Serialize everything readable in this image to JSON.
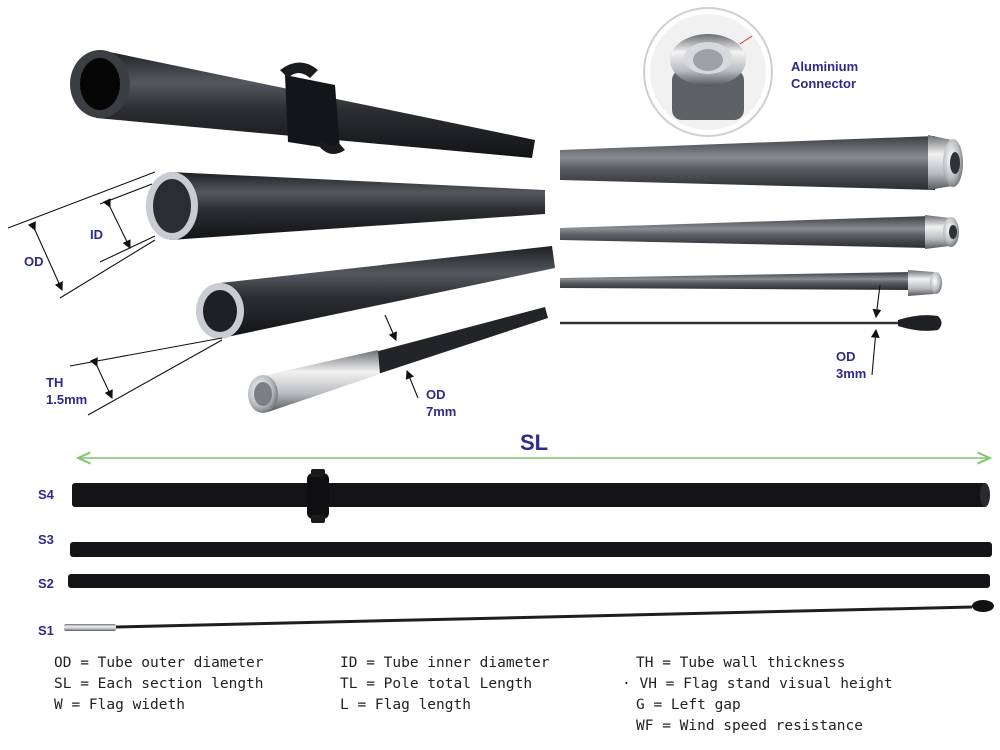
{
  "labels": {
    "connector": [
      "Aluminium",
      "Connector"
    ],
    "id": "ID",
    "od": "OD",
    "th": [
      "TH",
      "1.5mm"
    ],
    "od7": [
      "OD",
      "7mm"
    ],
    "od3": [
      "OD",
      "3mm"
    ],
    "sl": "SL"
  },
  "sections": [
    "S4",
    "S3",
    "S2",
    "S1"
  ],
  "legend": {
    "col1": [
      "OD = Tube outer diameter",
      "SL = Each section length",
      "W = Flag wideth"
    ],
    "col2": [
      "ID = Tube inner diameter",
      "TL = Pole total Length",
      "L = Flag length"
    ],
    "col3": [
      "TH = Tube wall thickness",
      "· VH = Flag stand visual height",
      "G = Left gap",
      "WF = Wind speed resistance"
    ]
  },
  "colors": {
    "label": "#2d2a8c",
    "sl_arrow": "#7cc46c",
    "tube": "#2a2c30"
  }
}
